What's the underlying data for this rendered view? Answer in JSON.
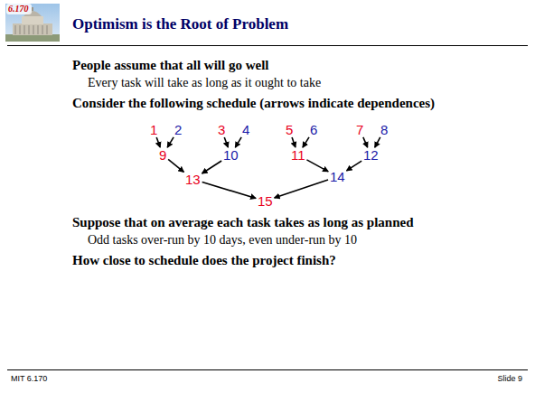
{
  "diagram": {
    "title": "Optimism is the Root of Problem",
    "nodes": [
      {
        "text": [
          "1"
        ]
      },
      {
        "text": [
          "2"
        ]
      },
      {
        "text": [
          "3"
        ]
      },
      {
        "text": [
          "4"
        ]
      },
      {
        "text": [
          "5"
        ]
      },
      {
        "text": [
          "6"
        ]
      },
      {
        "text": [
          "7"
        ]
      },
      {
        "text": [
          "8"
        ]
      },
      {
        "text": [
          "9"
        ]
      },
      {
        "text": [
          "10"
        ]
      },
      {
        "text": [
          "11"
        ]
      },
      {
        "text": [
          "12"
        ]
      },
      {
        "text": [
          "13"
        ]
      },
      {
        "text": [
          "14"
        ]
      },
      {
        "text": [
          "15"
        ]
      }
    ],
    "edges": [
      {
        "from": 0,
        "to": 8,
        "arrow": "to"
      },
      {
        "from": 1,
        "to": 8,
        "arrow": "to"
      },
      {
        "from": 2,
        "to": 9,
        "arrow": "to"
      },
      {
        "from": 3,
        "to": 9,
        "arrow": "to"
      },
      {
        "from": 4,
        "to": 10,
        "arrow": "to"
      },
      {
        "from": 5,
        "to": 10,
        "arrow": "to"
      },
      {
        "from": 6,
        "to": 11,
        "arrow": "to"
      },
      {
        "from": 7,
        "to": 11,
        "arrow": "to"
      },
      {
        "from": 8,
        "to": 12,
        "arrow": "to"
      },
      {
        "from": 9,
        "to": 12,
        "arrow": "to"
      },
      {
        "from": 10,
        "to": 13,
        "arrow": "to"
      },
      {
        "from": 11,
        "to": 13,
        "arrow": "to"
      },
      {
        "from": 12,
        "to": 14,
        "arrow": "to"
      },
      {
        "from": 13,
        "to": 14,
        "arrow": "to"
      }
    ],
    "labels": [
      "6.170",
      "People assume that all will go well",
      "Every task will take as long as it ought to take",
      "Consider the following schedule (arrows indicate dependences)",
      "Suppose that on average each task takes as long as planned",
      "Odd tasks over-run by 10 days, even under-run by 10",
      "How close to schedule does the project finish?",
      "MIT 6.170",
      "Slide 9"
    ]
  }
}
